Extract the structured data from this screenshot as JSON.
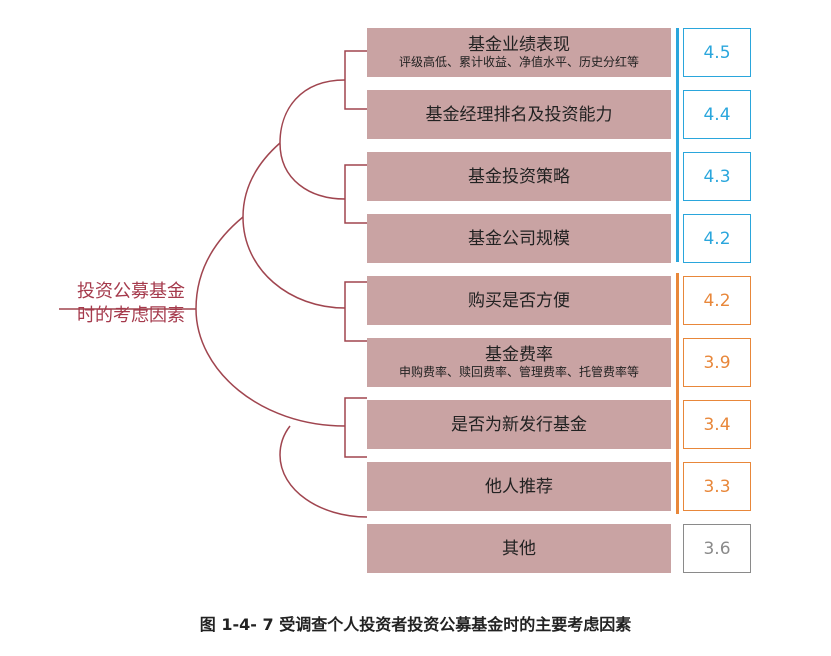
{
  "root": {
    "line1": "投资公募基金",
    "line2": "时的考虑因素"
  },
  "factors": [
    {
      "title": "基金业绩表现",
      "subtitle": "评级高低、累计收益、净值水平、历史分红等",
      "value": "4.5",
      "group": "blue"
    },
    {
      "title": "基金经理排名及投资能力",
      "value": "4.4",
      "group": "blue"
    },
    {
      "title": "基金投资策略",
      "value": "4.3",
      "group": "blue"
    },
    {
      "title": "基金公司规模",
      "value": "4.2",
      "group": "blue"
    },
    {
      "title": "购买是否方便",
      "value": "4.2",
      "group": "orange"
    },
    {
      "title": "基金费率",
      "subtitle": "申购费率、赎回费率、管理费率、托管费率等",
      "value": "3.9",
      "group": "orange"
    },
    {
      "title": "是否为新发行基金",
      "value": "3.4",
      "group": "orange"
    },
    {
      "title": "他人推荐",
      "value": "3.3",
      "group": "orange"
    },
    {
      "title": "其他",
      "value": "3.6",
      "group": "gray"
    }
  ],
  "colors": {
    "blue": "#2aa6dc",
    "orange": "#e8873a",
    "gray": "#8a8a8a",
    "box": "#c9a3a3",
    "line": "#a0454f"
  },
  "caption": "图 1-4- 7  受调查个人投资者投资公募基金时的主要考虑因素"
}
